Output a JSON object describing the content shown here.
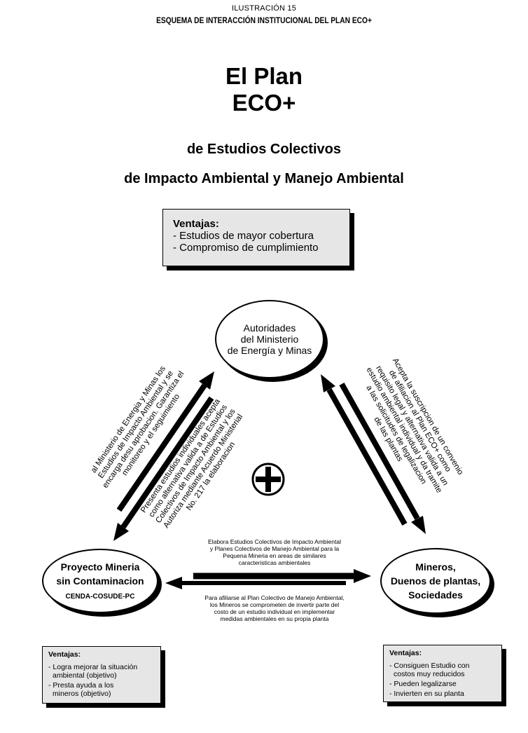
{
  "caption": {
    "label": "ILUSTRACIÓN 15",
    "title": "ESQUEMA DE INTERACCIÓN INSTITUCIONAL DEL PLAN ECO+"
  },
  "heading": {
    "line1": "El Plan",
    "line2": "ECO+",
    "sub1": "de Estudios Colectivos",
    "sub2": "de Impacto Ambiental y Manejo Ambiental"
  },
  "top_box": {
    "title": "Ventajas:",
    "items": [
      "- Estudios de mayor cobertura",
      "- Compromiso de cumplimiento"
    ]
  },
  "nodes": {
    "ministry": {
      "lines": [
        "Autoridades",
        "del Ministerio",
        "de Energía y Minas"
      ]
    },
    "project": {
      "lines": [
        "Proyecto Mineria",
        "sin Contaminacion"
      ],
      "sub": "CENDA-COSUDE-PC"
    },
    "miners": {
      "lines": [
        "Mineros,",
        "Duenos de plantas,",
        "Sociedades"
      ]
    }
  },
  "arrow_labels": {
    "left_outer": [
      "al Ministerio de Energia y Minas  los",
      "Estudios de Impacto Ambiental y se",
      "encarga desu aprobacion. Garantiza el",
      "monitoreo y el seguimiento"
    ],
    "left_inner": [
      "Presenta estudios individuales acepta",
      "como alternativa valida a de Estudios",
      "Colectivos de Impacto Ambiental y los",
      "Autoriza mediante Acuerdo Ministerial",
      "No. 217 la elaboracion"
    ],
    "right": [
      "Acepta la suscripcion de un convenio",
      "de afiliacion al Plan ECO+ como",
      "requisito legal y alternativa valida a un",
      "estudio ambiental individual y da tramite",
      "a las solicitudes de legalizacion",
      "de las plantas"
    ],
    "bottom_top": [
      "Elabora Estudios Colectivos de Impacto  Ambiental",
      "y Planes Colectivos de Manejo Ambiental para la",
      "Pequena Mineria en areas de similares",
      "caracteristicas ambientales"
    ],
    "bottom_bottom": [
      "Para afiliarse al Plan Colectivo de Manejo Ambiental,",
      "los Mineros se comprometen de invertir parte del",
      "costo de un estudio individual en implementar",
      "medidas ambientales en su propia planta"
    ]
  },
  "left_box": {
    "title": "Ventajas:",
    "items": [
      "- Logra mejorar la situación",
      "  ambiental (objetivo)",
      "- Presta ayuda a los",
      "  mineros (objetivo)"
    ]
  },
  "right_box": {
    "title": "Ventajas:",
    "items": [
      "- Consiguen Estudio con",
      "  costos muy reducidos",
      "- Pueden legalizarse",
      "- Invierten en su planta"
    ]
  },
  "center_icon": "plus-circle-icon"
}
